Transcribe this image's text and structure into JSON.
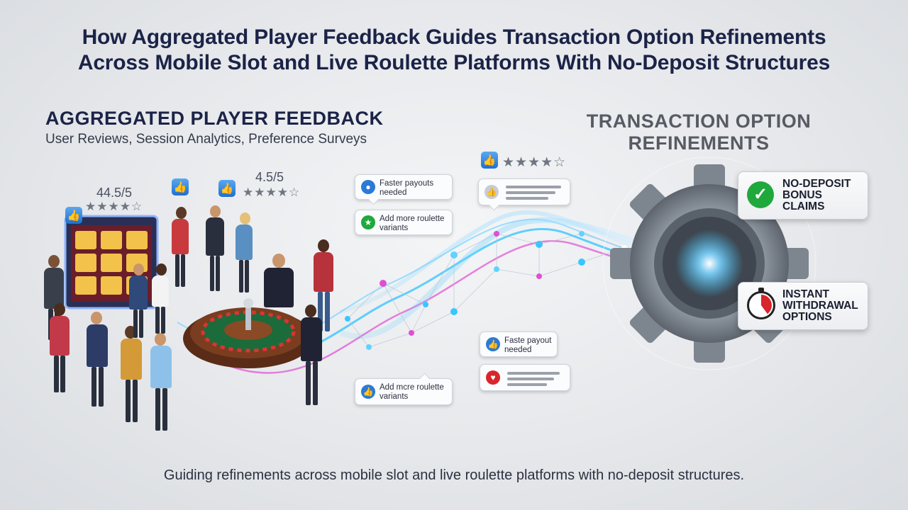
{
  "title": {
    "line1": "How Aggregated Player Feedback Guides Transaction Option Refinements",
    "line2": "Across Mobile Slot and Live Roulette Platforms With No-Deposit Structures"
  },
  "left_section": {
    "heading": "AGGREGATED PLAYER FEEDBACK",
    "subheading": "User Reviews, Session Analytics, Preference Surveys"
  },
  "right_section": {
    "heading_line1": "TRANSACTION OPTION",
    "heading_line2": "REFINEMENTS"
  },
  "ratings": {
    "left": "44.5/5",
    "center": "4.5/5"
  },
  "bubbles": {
    "faster_payouts": "Faster payouts needed",
    "add_roulette_top": "Add more roulette variants",
    "faster_payout_mid": "Faste payout needed",
    "add_roulette_bottom": "Add mcre roulette variants"
  },
  "panels": {
    "no_deposit_line1": "NO-DEPOSIT",
    "no_deposit_line2": "BONUS",
    "no_deposit_line3": "CLAIMS",
    "instant_line1": "INSTANT",
    "instant_line2": "WITHDRAWAL",
    "instant_line3": "OPTIONS"
  },
  "footer": "Guiding refinements across mobile slot and live roulette platforms with no-deposit structures.",
  "icons": {
    "thumb": "thumbs-up-icon",
    "star": "star-icon",
    "check": "check-icon",
    "stopwatch": "stopwatch-icon",
    "gear": "gear-icon"
  },
  "colors": {
    "title": "#1b2347",
    "accent_blue": "#1f6fcf",
    "check_green": "#1fa83c",
    "stopwatch_red": "#d8262c",
    "flow_cyan": "#39c6ff",
    "flow_magenta": "#e04fd0"
  }
}
